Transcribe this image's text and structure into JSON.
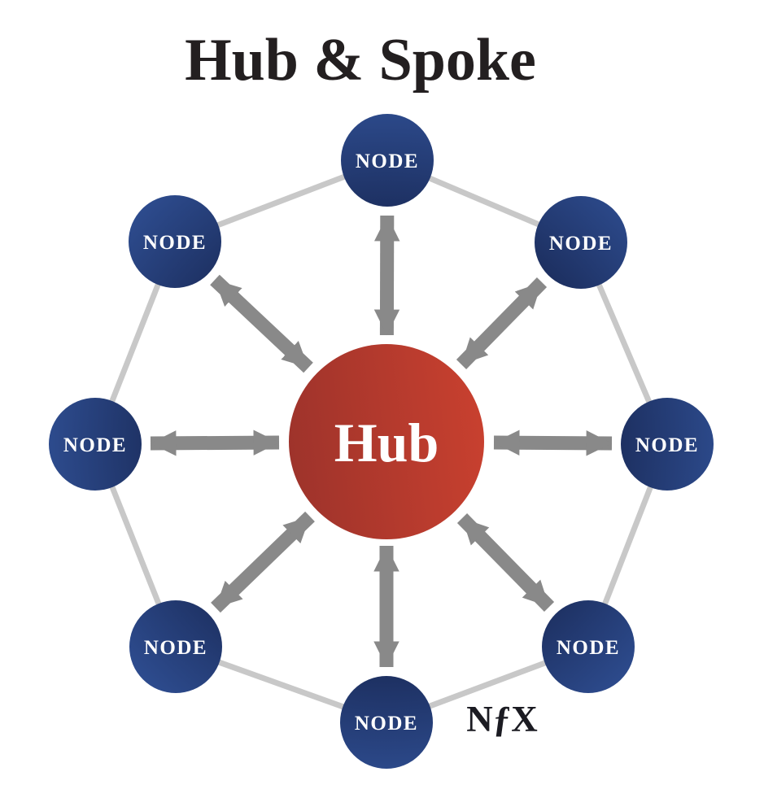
{
  "title": "Hub & Spoke",
  "hub": {
    "label": "Hub"
  },
  "nodes": [
    {
      "position": "top",
      "label": "NODE"
    },
    {
      "position": "top-right",
      "label": "NODE"
    },
    {
      "position": "right",
      "label": "NODE"
    },
    {
      "position": "bottom-right",
      "label": "NODE"
    },
    {
      "position": "bottom",
      "label": "NODE"
    },
    {
      "position": "bottom-left",
      "label": "NODE"
    },
    {
      "position": "left",
      "label": "NODE"
    },
    {
      "position": "top-left",
      "label": "NODE"
    }
  ],
  "logo": {
    "text": "NƒX"
  },
  "colors": {
    "background": "#ffffff",
    "title": "#231f20",
    "hub_dark": "#9e332b",
    "hub_light": "#c8402f",
    "node_dark": "#16244e",
    "node_light": "#2d4b8d",
    "label": "#ffffff",
    "arrow": "#898989",
    "ring": "#c8c8c8",
    "logo": "#1b1b22"
  }
}
